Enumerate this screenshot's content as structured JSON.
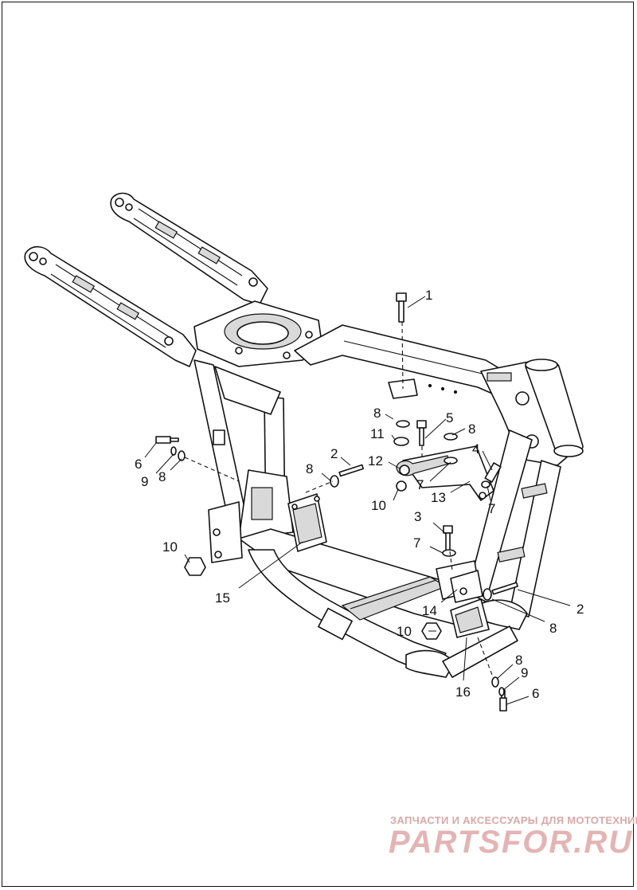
{
  "diagram": {
    "callouts": [
      {
        "id": "c1",
        "text": "1"
      },
      {
        "id": "c2a",
        "text": "2"
      },
      {
        "id": "c2b",
        "text": "2"
      },
      {
        "id": "c3",
        "text": "3"
      },
      {
        "id": "c4",
        "text": "4"
      },
      {
        "id": "c5",
        "text": "5"
      },
      {
        "id": "c6a",
        "text": "6"
      },
      {
        "id": "c6b",
        "text": "6"
      },
      {
        "id": "c7a",
        "text": "7"
      },
      {
        "id": "c7b",
        "text": "7"
      },
      {
        "id": "c7c",
        "text": "7"
      },
      {
        "id": "c8a",
        "text": "8"
      },
      {
        "id": "c8b",
        "text": "8"
      },
      {
        "id": "c8c",
        "text": "8"
      },
      {
        "id": "c8d",
        "text": "8"
      },
      {
        "id": "c8e",
        "text": "8"
      },
      {
        "id": "c8f",
        "text": "8"
      },
      {
        "id": "c9a",
        "text": "9"
      },
      {
        "id": "c9b",
        "text": "9"
      },
      {
        "id": "c10a",
        "text": "10"
      },
      {
        "id": "c10b",
        "text": "10"
      },
      {
        "id": "c10c",
        "text": "10"
      },
      {
        "id": "c11",
        "text": "11"
      },
      {
        "id": "c12",
        "text": "12"
      },
      {
        "id": "c13",
        "text": "13"
      },
      {
        "id": "c14",
        "text": "14"
      },
      {
        "id": "c15",
        "text": "15"
      },
      {
        "id": "c16",
        "text": "16"
      }
    ]
  },
  "watermark": {
    "line1": "ЗАПЧАСТИ И АКСЕССУАРЫ ДЛЯ МОТОТЕХНИКИ",
    "line2": "PARTSFOR.RU",
    "color": "#e4b4b4"
  }
}
